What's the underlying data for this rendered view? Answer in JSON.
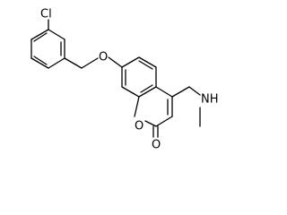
{
  "molecule": {
    "atoms": {
      "chlorine": "Cl",
      "ether_oxygen": "O",
      "ring_oxygen": "O",
      "carbonyl_oxygen": "O",
      "amine_nitrogen": "NH"
    }
  }
}
